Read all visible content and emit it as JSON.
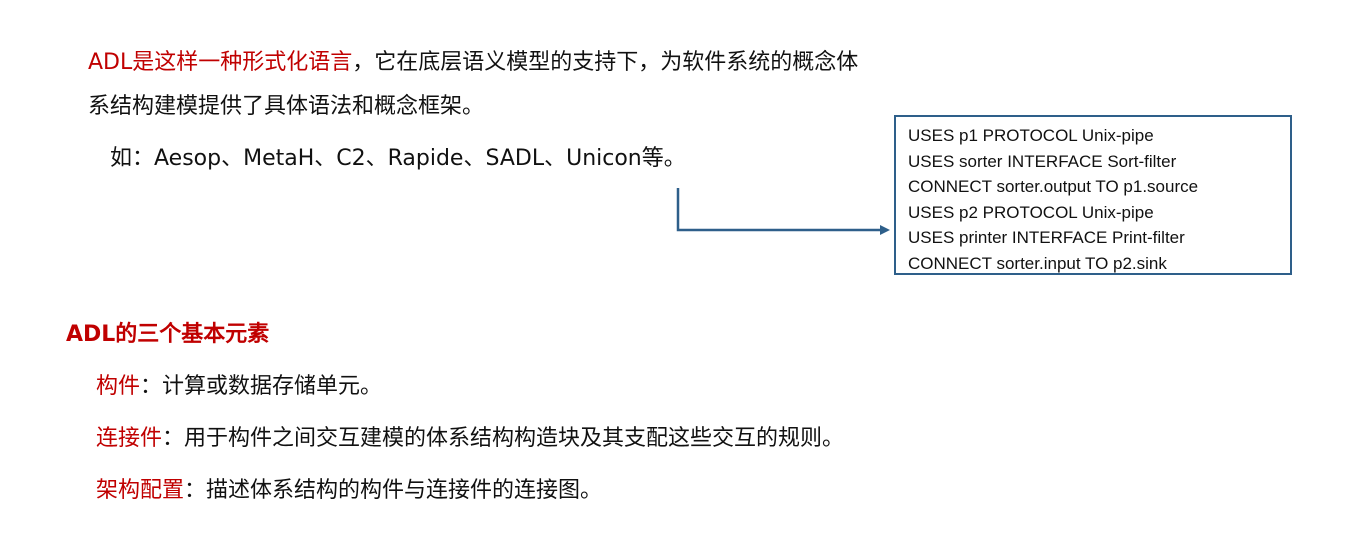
{
  "intro": {
    "highlight": "ADL是这样一种形式化语言",
    "line1_rest": "，它在底层语义模型的支持下，为软件系统的概念体",
    "line2": "系结构建模提供了具体语法和概念框架。"
  },
  "examples": "如：Aesop、MetaH、C2、Rapide、SADL、Unicon等。",
  "code_box": {
    "lines": [
      "USES p1 PROTOCOL Unix-pipe",
      "USES sorter INTERFACE Sort-filter",
      "CONNECT sorter.output TO p1.source",
      "USES p2 PROTOCOL Unix-pipe",
      "USES printer INTERFACE Print-filter",
      "CONNECT sorter.input TO p2.sink"
    ]
  },
  "section": {
    "title": "ADL的三个基本元素",
    "items": [
      {
        "term": "构件",
        "desc": "：计算或数据存储单元。"
      },
      {
        "term": "连接件",
        "desc": "：用于构件之间交互建模的体系结构构造块及其支配这些交互的规则。"
      },
      {
        "term": "架构配置",
        "desc": "：描述体系结构的构件与连接件的连接图。"
      }
    ]
  },
  "colors": {
    "highlight": "#c00000",
    "box_border": "#2e5f8a",
    "arrow": "#2e5f8a"
  }
}
